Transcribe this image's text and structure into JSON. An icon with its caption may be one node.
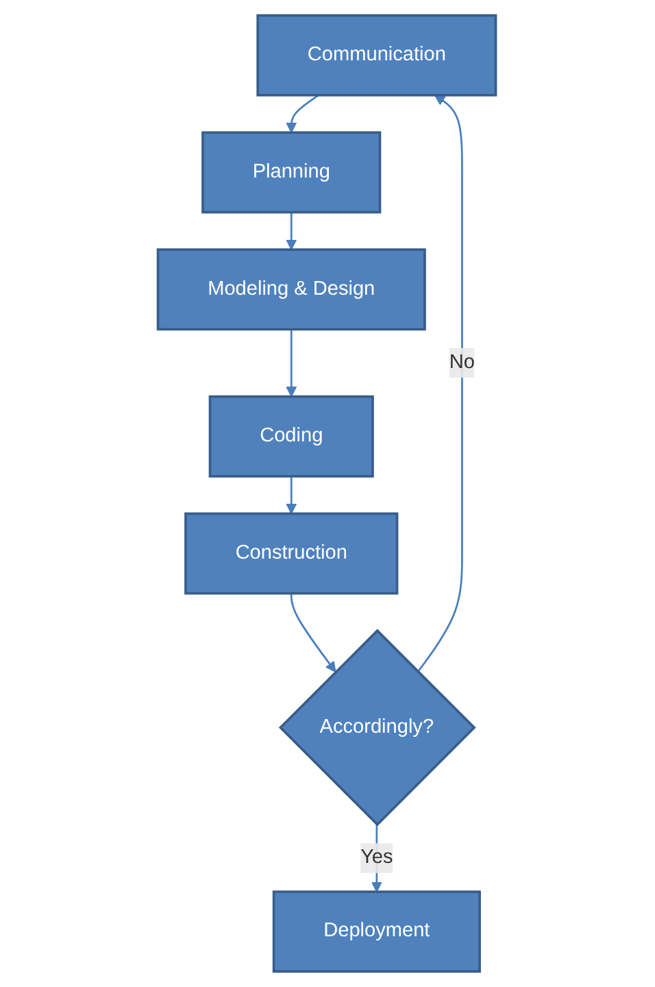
{
  "diagram": {
    "nodes": [
      {
        "text": [
          "Communication"
        ]
      },
      {
        "text": [
          "Planning"
        ]
      },
      {
        "text": [
          "Modeling & Design"
        ]
      },
      {
        "text": [
          "Coding"
        ]
      },
      {
        "text": [
          "Construction"
        ]
      },
      {
        "text": [
          "Accordingly?"
        ]
      },
      {
        "text": [
          "Deployment"
        ]
      }
    ],
    "edges": [
      {
        "from": 0,
        "to": 1,
        "arrow": "to"
      },
      {
        "from": 1,
        "to": 2,
        "arrow": "to"
      },
      {
        "from": 2,
        "to": 3,
        "arrow": "to"
      },
      {
        "from": 3,
        "to": 4,
        "arrow": "to"
      },
      {
        "from": 4,
        "to": 5,
        "arrow": "to"
      },
      {
        "from": 5,
        "to": 6,
        "label": "Yes",
        "arrow": "to"
      },
      {
        "from": 5,
        "to": 0,
        "label": "No",
        "arrow": "to"
      }
    ]
  }
}
